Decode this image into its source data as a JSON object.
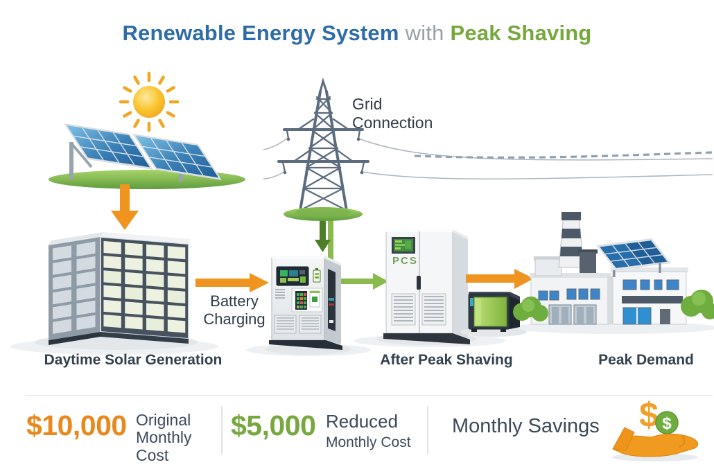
{
  "title": {
    "main": "Renewable Energy System",
    "connector": "with",
    "highlight": "Peak Shaving"
  },
  "diagram": {
    "grid_connection_label": "Grid Connection",
    "battery_charging_label": "Battery Charging",
    "pcs_label": "PCS",
    "stage_labels": {
      "daytime_solar": "Daytime Solar Generation",
      "after_peak_shaving": "After Peak Shaving",
      "peak_demand": "Peak Demand"
    }
  },
  "stats": {
    "original": {
      "amount": "$10,000",
      "label": "Original Monthly Cost"
    },
    "reduced": {
      "amount": "$5,000",
      "label_emphasis": "Reduced",
      "label_rest": "Monthly Cost"
    },
    "savings": {
      "label": "Monthly Savings",
      "dollar_symbol": "$"
    }
  },
  "colors": {
    "title_blue": "#2e6ca8",
    "accent_green": "#76a83d",
    "light_green": "#8ab94e",
    "accent_orange": "#ef941e",
    "text_dark": "#3b4a5a"
  }
}
